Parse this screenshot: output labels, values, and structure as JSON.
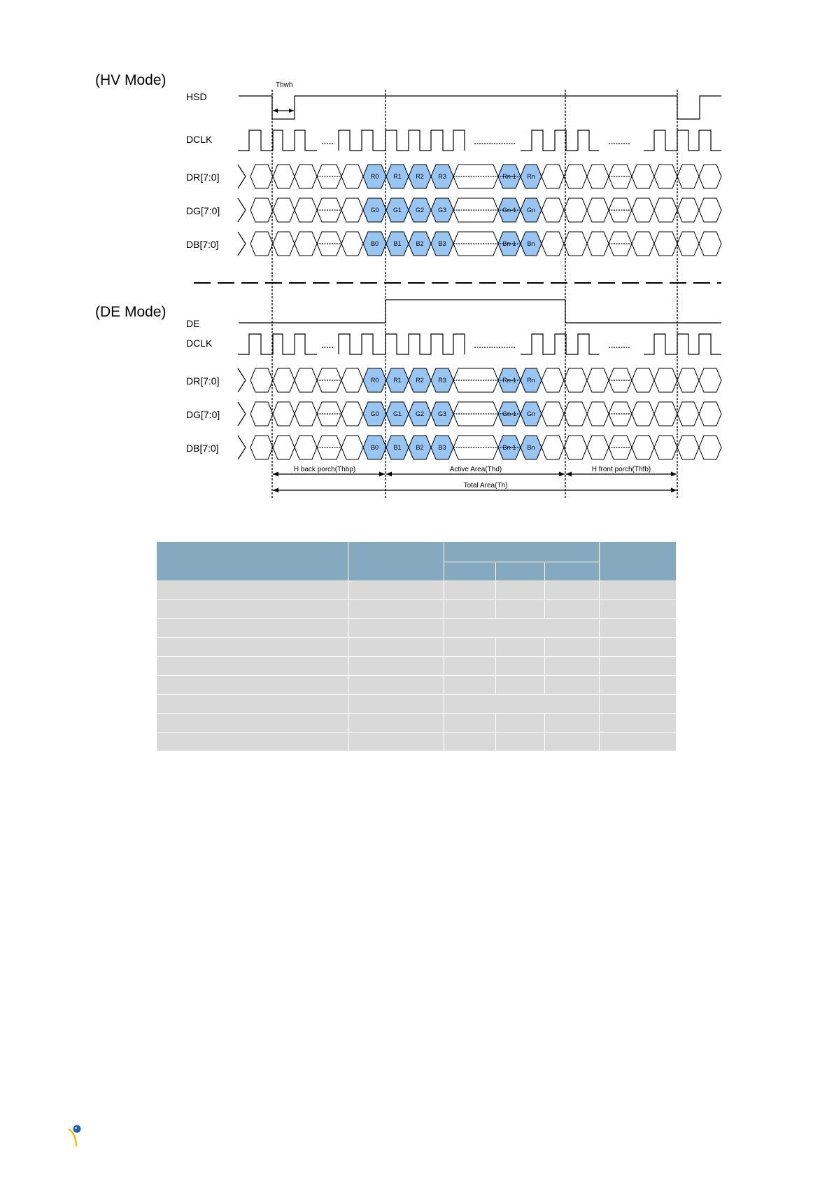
{
  "hv_mode": {
    "title": "(HV Mode)",
    "signals": [
      "HSD",
      "DCLK",
      "DR[7:0]",
      "DG[7:0]",
      "DB[7:0]"
    ],
    "thwh_label": "Thwh"
  },
  "de_mode": {
    "title": "(DE Mode)",
    "signals": [
      "DE",
      "DCLK",
      "DR[7:0]",
      "DG[7:0]",
      "DB[7:0]"
    ]
  },
  "cells": {
    "red": [
      "R0",
      "R1",
      "R2",
      "R3",
      "Rn-1",
      "Rn"
    ],
    "green": [
      "G0",
      "G1",
      "G2",
      "G3",
      "Gn-1",
      "Gn"
    ],
    "blue": [
      "B0",
      "B1",
      "B2",
      "B3",
      "Bn-1",
      "Bn"
    ]
  },
  "annotations": {
    "back_porch": "H back porch(Thbp)",
    "active_area": "Active Area(Thd)",
    "front_porch": "H front porch(Thfb)",
    "total_area": "Total Area(Th)"
  },
  "colors": {
    "active_cell_fill": "#99c5f2",
    "table_header": "#85a9bf",
    "table_body": "#d9d9d9"
  },
  "table": {
    "body_rows": [
      [
        "",
        "",
        "",
        "",
        "",
        ""
      ],
      [
        "",
        "",
        "",
        "",
        "",
        ""
      ],
      [
        "",
        "",
        "",
        ""
      ],
      [
        "",
        "",
        "",
        "",
        "",
        ""
      ],
      [
        "",
        "",
        "",
        "",
        "",
        ""
      ],
      [
        "",
        "",
        "",
        "",
        "",
        ""
      ],
      [
        "",
        "",
        "",
        ""
      ],
      [
        "",
        "",
        "",
        "",
        "",
        ""
      ],
      [
        "",
        "",
        "",
        "",
        "",
        ""
      ]
    ]
  }
}
